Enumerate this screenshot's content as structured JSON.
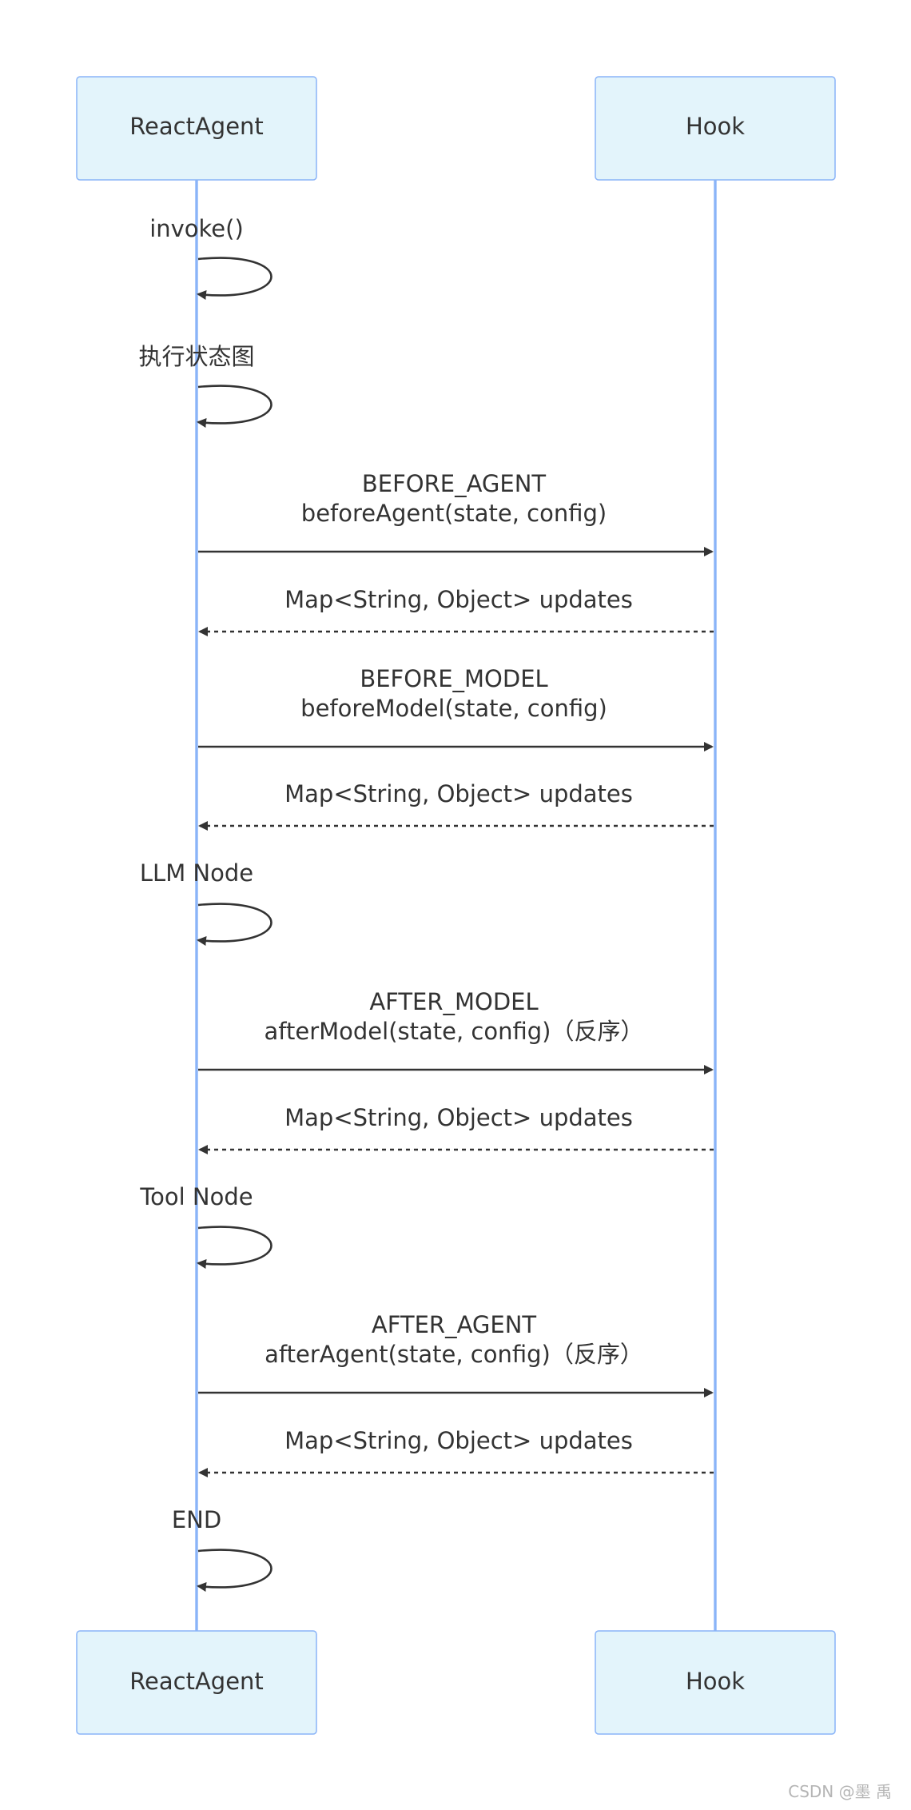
{
  "participants": [
    {
      "id": "reactagent",
      "label": "ReactAgent"
    },
    {
      "id": "hook",
      "label": "Hook"
    }
  ],
  "messages": [
    {
      "type": "self",
      "from": "reactagent",
      "lines": [
        "invoke()"
      ]
    },
    {
      "type": "self",
      "from": "reactagent",
      "lines": [
        "执行状态图"
      ]
    },
    {
      "type": "call",
      "from": "reactagent",
      "to": "hook",
      "lines": [
        "BEFORE_AGENT",
        "beforeAgent(state, config)"
      ]
    },
    {
      "type": "return",
      "from": "hook",
      "to": "reactagent",
      "lines": [
        "Map<String, Object> updates"
      ]
    },
    {
      "type": "call",
      "from": "reactagent",
      "to": "hook",
      "lines": [
        "BEFORE_MODEL",
        "beforeModel(state, config)"
      ]
    },
    {
      "type": "return",
      "from": "hook",
      "to": "reactagent",
      "lines": [
        "Map<String, Object> updates"
      ]
    },
    {
      "type": "self",
      "from": "reactagent",
      "lines": [
        "LLM Node"
      ]
    },
    {
      "type": "call",
      "from": "reactagent",
      "to": "hook",
      "lines": [
        "AFTER_MODEL",
        "afterModel(state, config)（反序）"
      ]
    },
    {
      "type": "return",
      "from": "hook",
      "to": "reactagent",
      "lines": [
        "Map<String, Object> updates"
      ]
    },
    {
      "type": "self",
      "from": "reactagent",
      "lines": [
        "Tool Node"
      ]
    },
    {
      "type": "call",
      "from": "reactagent",
      "to": "hook",
      "lines": [
        "AFTER_AGENT",
        "afterAgent(state, config)（反序）"
      ]
    },
    {
      "type": "return",
      "from": "hook",
      "to": "reactagent",
      "lines": [
        "Map<String, Object> updates"
      ]
    },
    {
      "type": "self",
      "from": "reactagent",
      "lines": [
        "END"
      ]
    }
  ],
  "watermark": "CSDN @墨 禹"
}
